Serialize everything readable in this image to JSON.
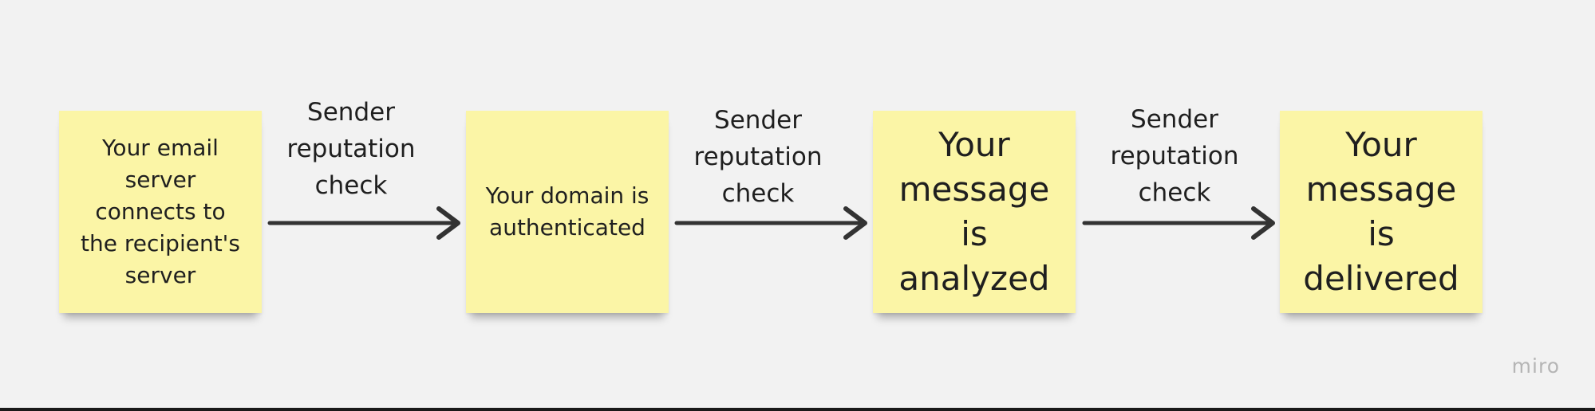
{
  "steps": [
    {
      "text": "Your email\nserver\nconnects to\nthe recipient's\nserver"
    },
    {
      "text": "Your domain is\nauthenticated"
    },
    {
      "text": "Your\nmessage is\nanalyzed"
    },
    {
      "text": "Your\nmessage is\ndelivered"
    }
  ],
  "connectors": [
    {
      "label": "Sender\nreputation\ncheck"
    },
    {
      "label": "Sender\nreputation\ncheck"
    },
    {
      "label": "Sender\nreputation\ncheck"
    }
  ],
  "watermark": "miro",
  "colors": {
    "sticky": "#fbf5a6",
    "arrow": "#333333",
    "background": "#f2f2f2"
  }
}
